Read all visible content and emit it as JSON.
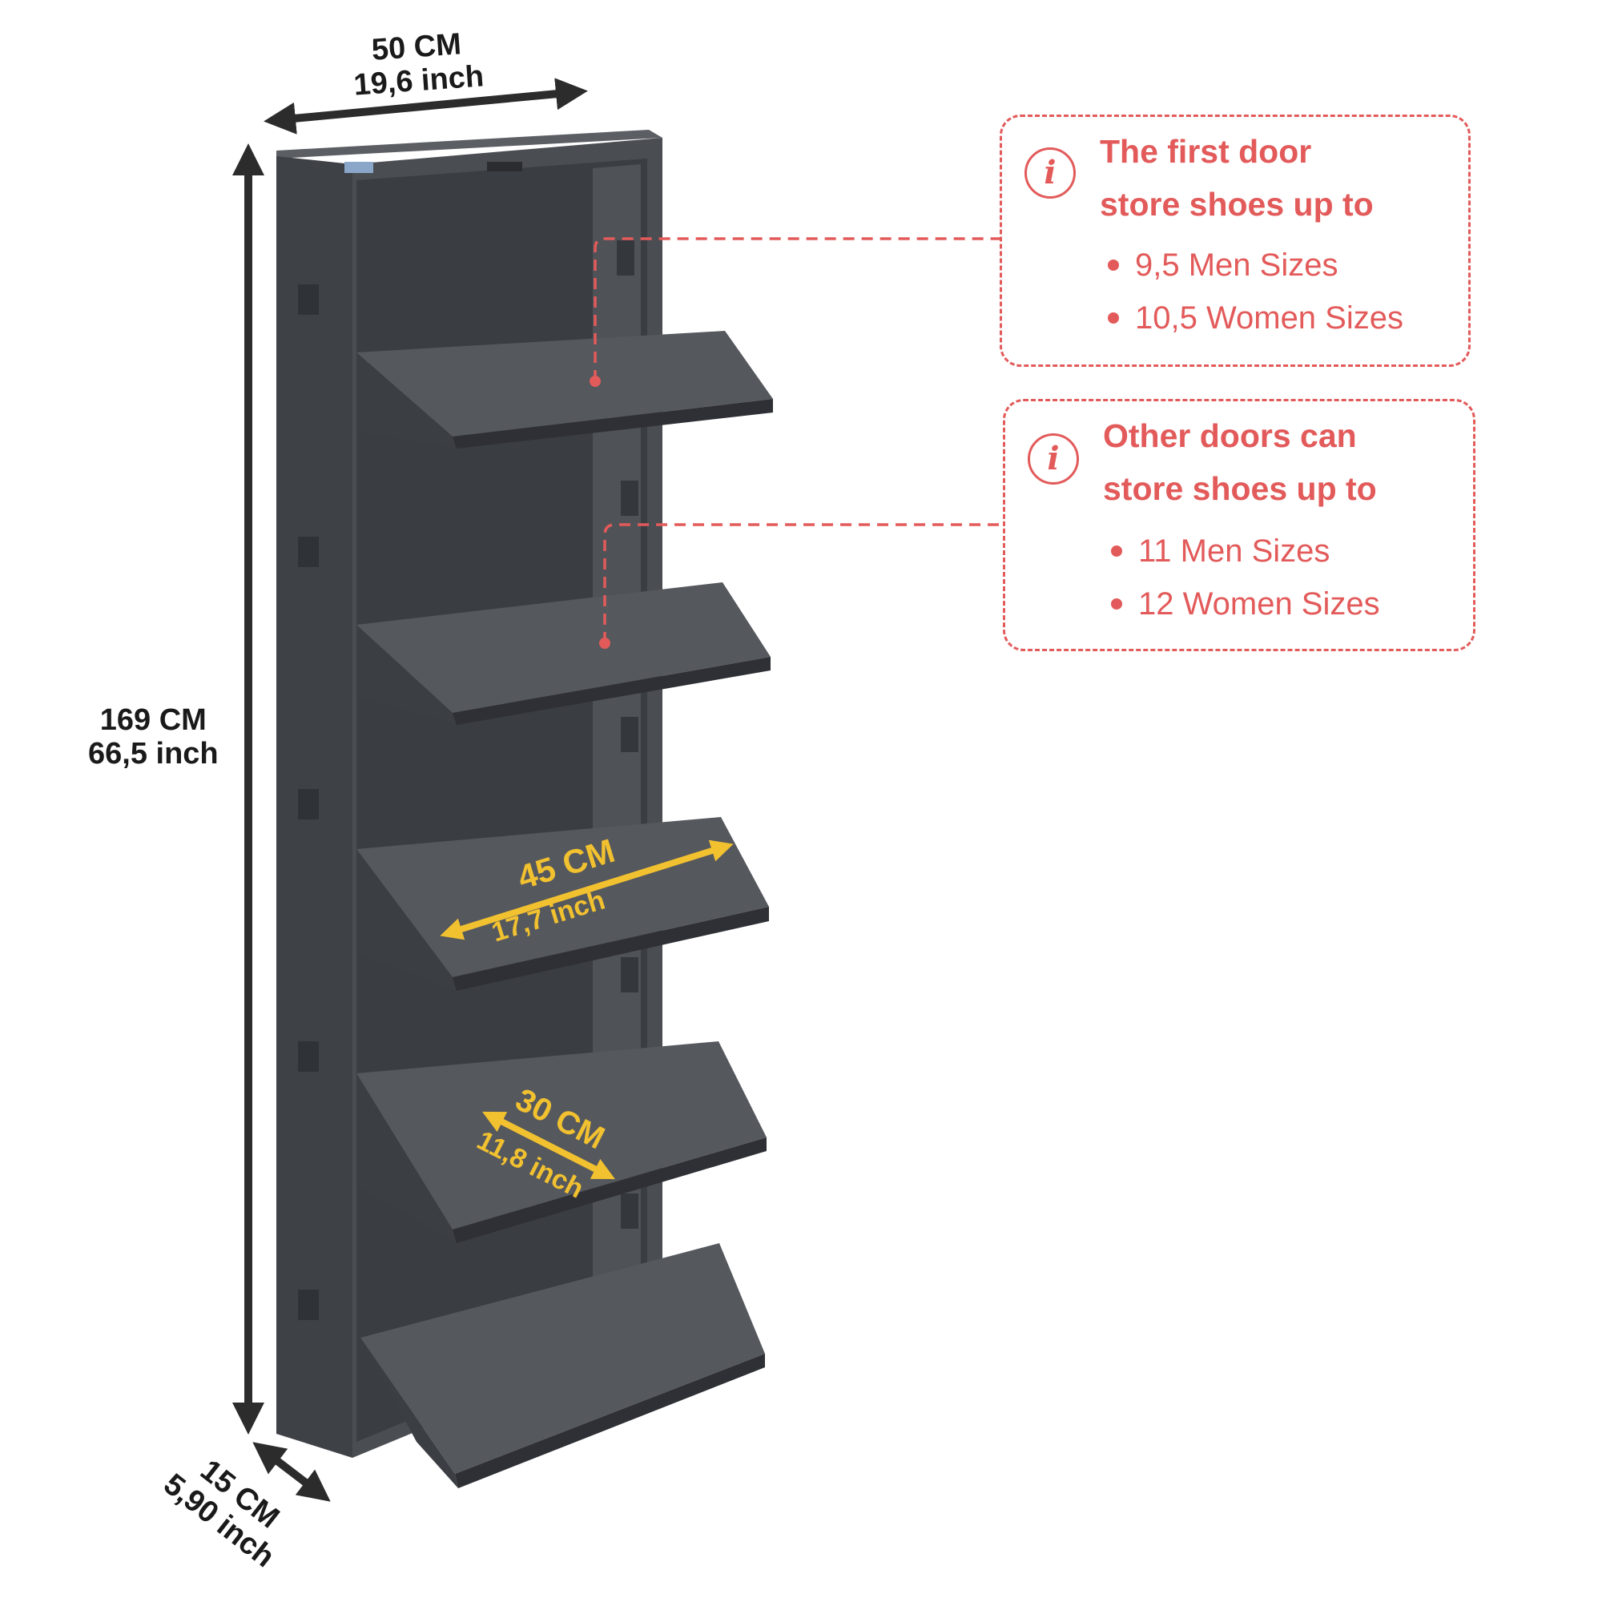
{
  "dimensions": {
    "width": {
      "metric": "50 CM",
      "imperial": "19,6 inch"
    },
    "height": {
      "metric": "169 CM",
      "imperial": "66,5 inch"
    },
    "depth": {
      "metric": "15 CM",
      "imperial": "5,90 inch"
    },
    "shelf_width": {
      "metric": "45 CM",
      "imperial": "17,7 inch"
    },
    "shelf_depth": {
      "metric": "30 CM",
      "imperial": "11,8 inch"
    }
  },
  "info_boxes": [
    {
      "icon": "info-icon",
      "title_line1": "The first door",
      "title_line2": "store shoes up to",
      "items": [
        "9,5 Men Sizes",
        "10,5 Women Sizes"
      ]
    },
    {
      "icon": "info-icon",
      "title_line1": "Other doors can",
      "title_line2": "store shoes up to",
      "items": [
        "11 Men Sizes",
        "12 Women Sizes"
      ]
    }
  ],
  "colors": {
    "cabinet": "#45484d",
    "accent_red": "#e35a5a",
    "accent_yellow": "#f2c130",
    "dimension_text": "#1a1a1a"
  }
}
